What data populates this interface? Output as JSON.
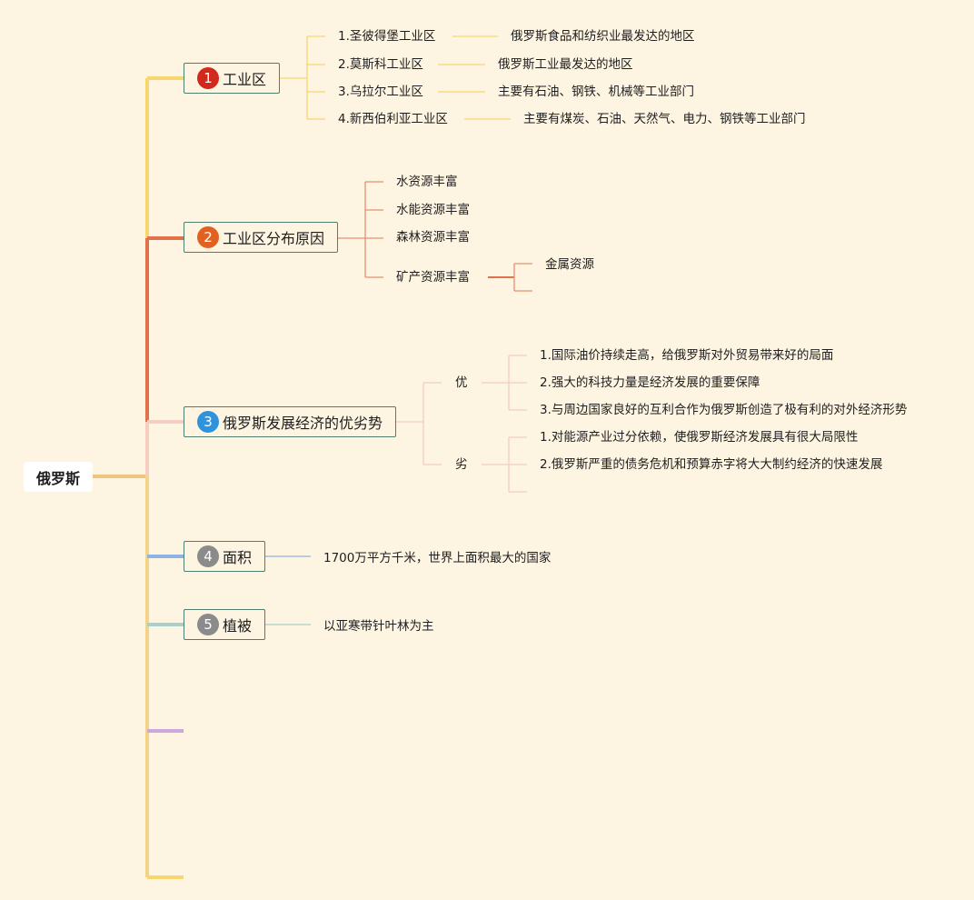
{
  "root": {
    "label": "俄罗斯"
  },
  "colors": {
    "background": "#fef4e2",
    "branch_1": "#f7d66e",
    "branch_2": "#e2704a",
    "branch_3": "#f6cdc0",
    "branch_4": "#8fb2e4",
    "branch_5": "#a9cfc8",
    "branch_6": "#cfa6dc",
    "badge_1": "#d3281c",
    "badge_2": "#e16220",
    "badge_3": "#2e93db",
    "badge_4": "#8b8b8b",
    "badge_5": "#8b8b8b"
  },
  "topics": {
    "industrial": {
      "number": "1",
      "label": "工业区",
      "items": [
        {
          "name": "1.圣彼得堡工业区",
          "desc": "俄罗斯食品和纺织业最发达的地区"
        },
        {
          "name": "2.莫斯科工业区",
          "desc": "俄罗斯工业最发达的地区"
        },
        {
          "name": "3.乌拉尔工业区",
          "desc": "主要有石油、钢铁、机械等工业部门"
        },
        {
          "name": "4.新西伯利亚工业区",
          "desc": "主要有煤炭、石油、天然气、电力、钢铁等工业部门"
        }
      ]
    },
    "reasons": {
      "number": "2",
      "label": "工业区分布原因",
      "items": [
        "水资源丰富",
        "水能资源丰富",
        "森林资源丰富",
        "矿产资源丰富"
      ],
      "sub_items": [
        "金属资源"
      ]
    },
    "pros_cons": {
      "number": "3",
      "label": "俄罗斯发展经济的优劣势",
      "pros": {
        "label": "优",
        "items": [
          "1.国际油价持续走高，给俄罗斯对外贸易带来好的局面",
          "2.强大的科技力量是经济发展的重要保障",
          "3.与周边国家良好的互利合作为俄罗斯创造了极有利的对外经济形势"
        ]
      },
      "cons": {
        "label": "劣",
        "items": [
          "1.对能源产业过分依赖，使俄罗斯经济发展具有很大局限性",
          "2.俄罗斯严重的债务危机和预算赤字将大大制约经济的快速发展"
        ]
      }
    },
    "area": {
      "number": "4",
      "label": "面积",
      "detail": "1700万平方千米，世界上面积最大的国家"
    },
    "vegetation": {
      "number": "5",
      "label": "植被",
      "detail": "以亚寒带针叶林为主"
    }
  }
}
